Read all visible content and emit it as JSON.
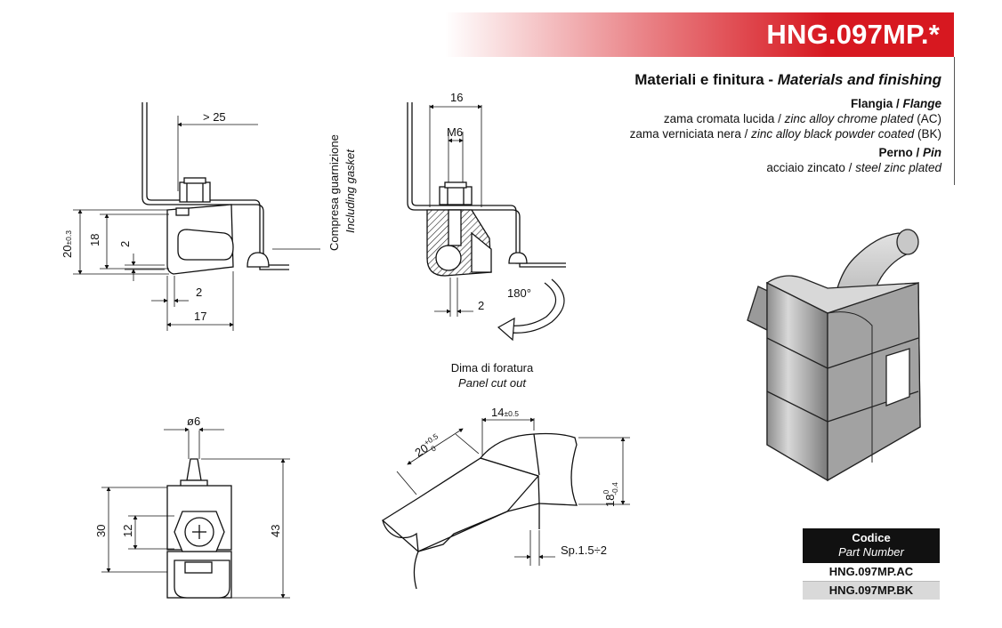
{
  "header": {
    "code": "HNG.097MP.*"
  },
  "materials": {
    "title_it": "Materiali e finitura - ",
    "title_en": "Materials and finishing",
    "flange": {
      "heading_it": "Flangia / ",
      "heading_en": "Flange",
      "line1_it": "zama cromata lucida / ",
      "line1_en": "zinc alloy chrome plated",
      "line1_code": " (AC)",
      "line2_it": "zama verniciata nera / ",
      "line2_en": "zinc alloy black powder coated",
      "line2_code": " (BK)"
    },
    "pin": {
      "heading_it": "Perno / ",
      "heading_en": "Pin",
      "line_it": "acciaio zincato / ",
      "line_en": "steel zinc plated"
    }
  },
  "view1": {
    "dim_top": "> 25",
    "dim_20": "20",
    "dim_20_tol": "±0.3",
    "dim_18": "18",
    "dim_2_side": "2",
    "dim_2_bottom": "2",
    "dim_17": "17",
    "gasket_it": "Compresa guarnizione",
    "gasket_en": "Including gasket"
  },
  "view2": {
    "dim_16": "16",
    "dim_m6": "M6",
    "dim_2": "2",
    "rotation": "180°"
  },
  "view3": {
    "dim_phi6": "ø6",
    "dim_30": "30",
    "dim_12": "12",
    "dim_43": "43"
  },
  "cutout": {
    "title_it": "Dima di foratura",
    "title_en": "Panel cut out",
    "dim_14": "14",
    "dim_14_tol": "±0.5",
    "dim_20": "20",
    "dim_20_tol_plus": "+0.5",
    "dim_20_tol_minus": "0",
    "dim_18": "18",
    "dim_18_tol_plus": "0",
    "dim_18_tol_minus": "-0.4",
    "thickness": "Sp.1.5÷2"
  },
  "codes": {
    "header_it": "Codice",
    "header_en": "Part Number",
    "items": [
      "HNG.097MP.AC",
      "HNG.097MP.BK"
    ]
  }
}
